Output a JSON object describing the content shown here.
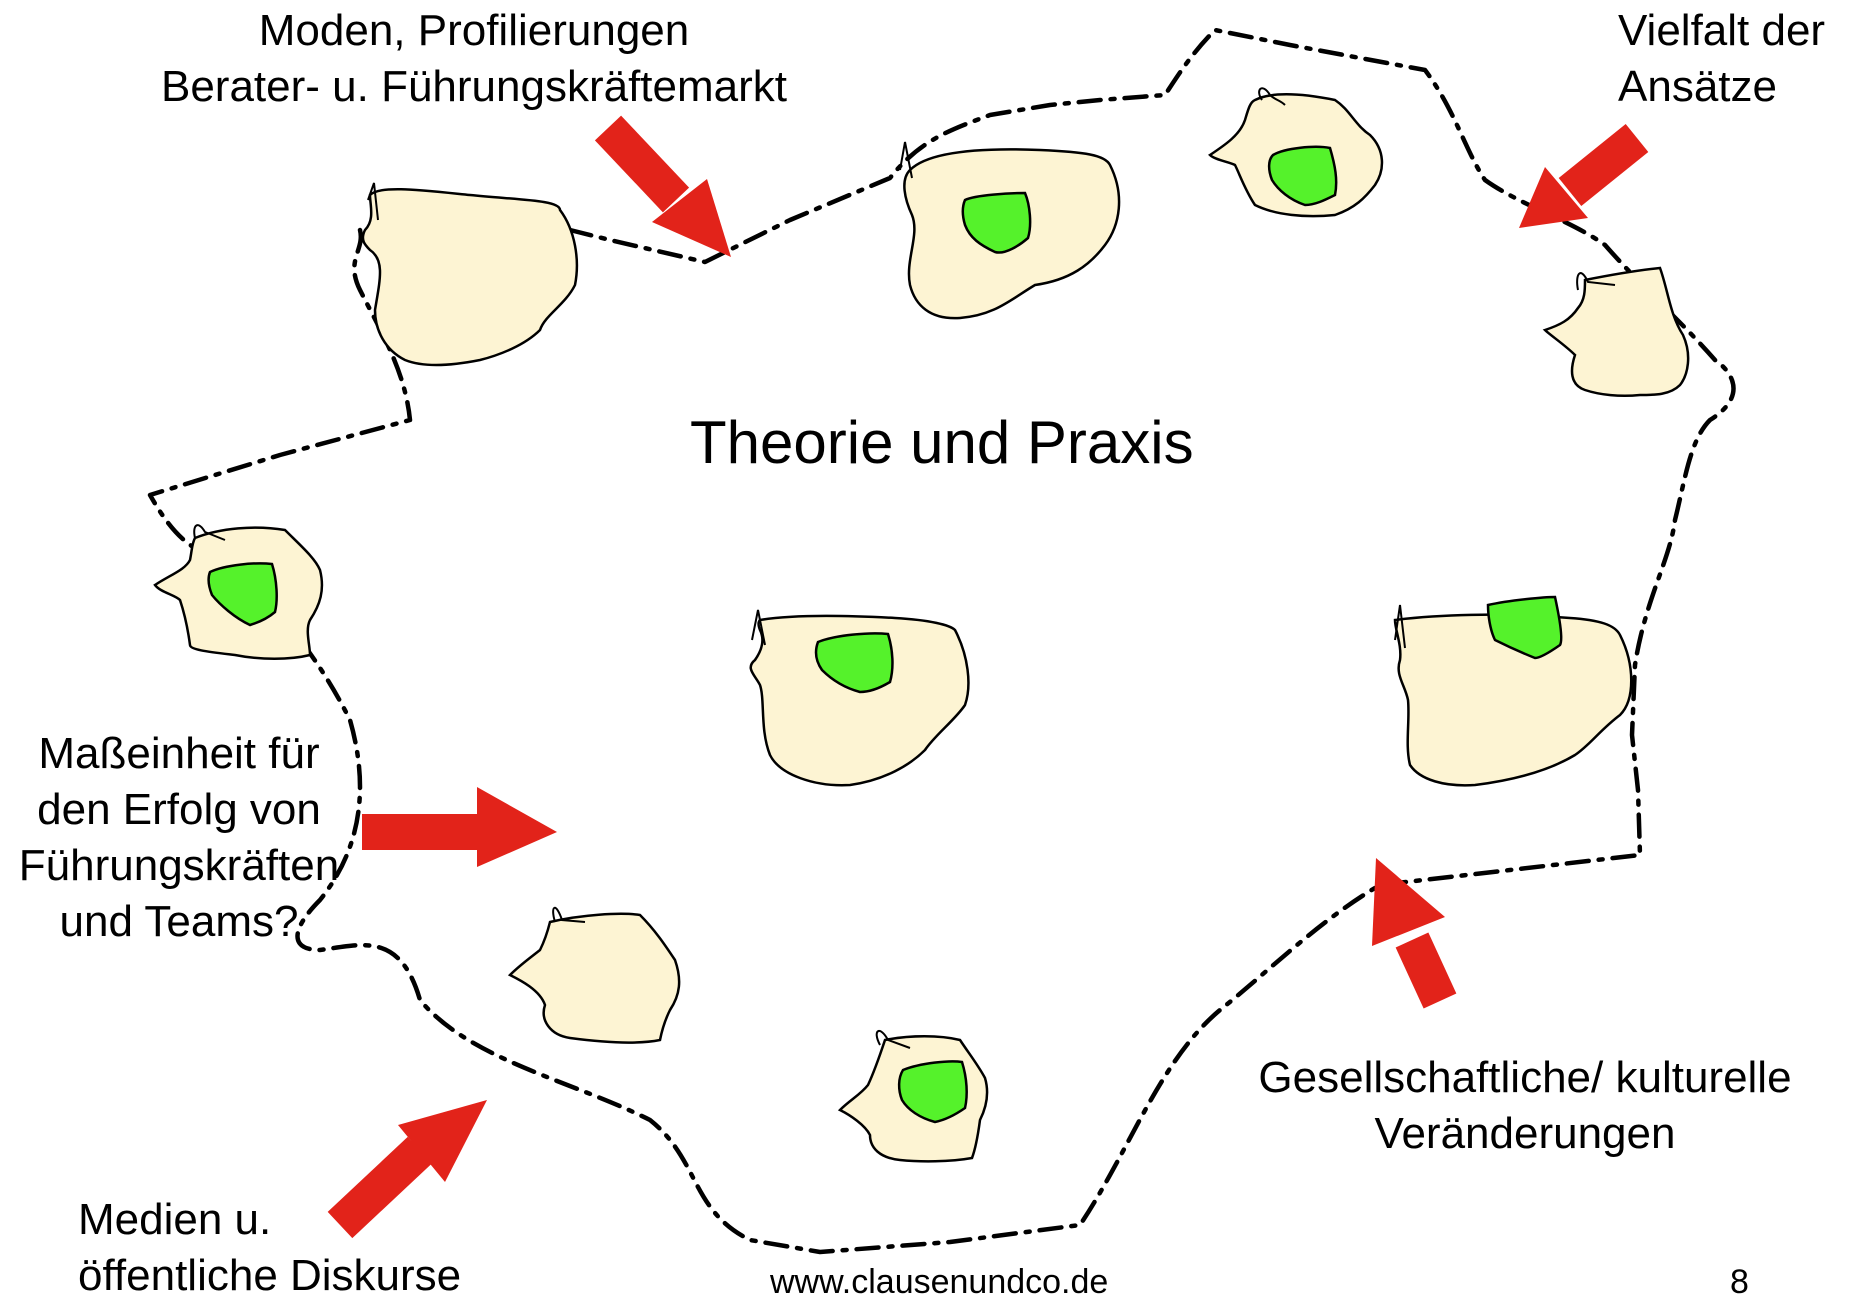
{
  "title": "Theorie und Praxis",
  "influences": {
    "top_center": {
      "line1": "Moden, Profilierungen",
      "line2": "Berater- u. Führungskräftemarkt"
    },
    "top_right": {
      "line1": "Vielfalt der",
      "line2": "Ansätze"
    },
    "left": {
      "line1": "Maßeinheit für",
      "line2": "den Erfolg von",
      "line3": "Führungskräften",
      "line4": "und Teams?"
    },
    "bottom_left": {
      "line1": "Medien u.",
      "line2": "öffentliche Diskurse"
    },
    "bottom_right": {
      "line1": "Gesellschaftliche/ kulturelle",
      "line2": "Veränderungen"
    }
  },
  "footer": {
    "url": "www.clausenundco.de",
    "page_number": "8"
  },
  "colors": {
    "arrow": "#e2231a",
    "blob_fill": "#fdf4d3",
    "core_fill": "#55f22b",
    "outline": "#000000"
  }
}
